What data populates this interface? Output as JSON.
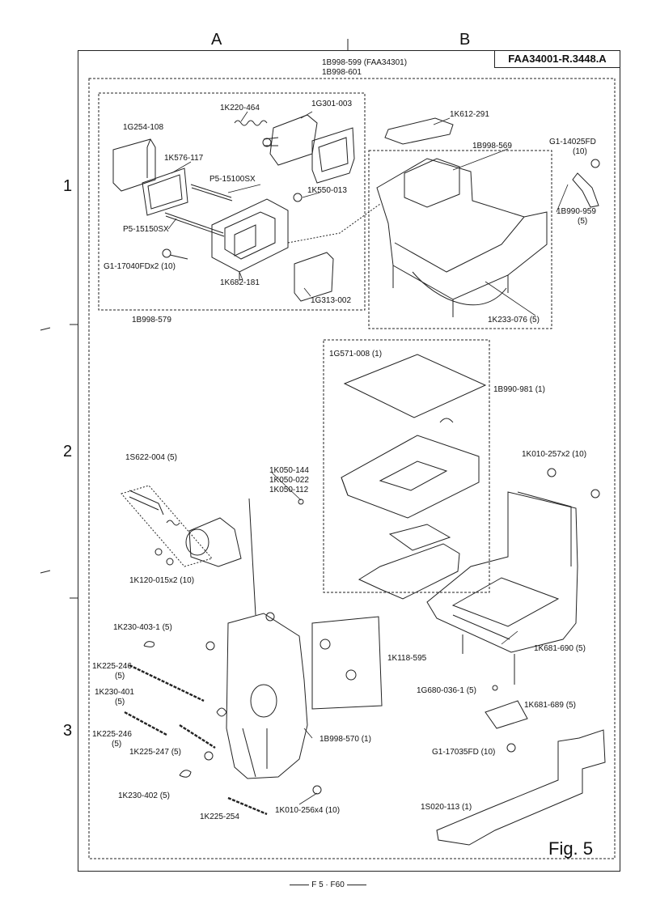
{
  "header": {
    "col_a": "A",
    "col_b": "B",
    "doc_id": "FAA34001-R.3448.A"
  },
  "rows": [
    "1",
    "2",
    "3"
  ],
  "assembly": {
    "top_line1": "1B998-599 (FAA34301)",
    "top_line2": "1B998-601"
  },
  "labels": {
    "p1K220_464": "1K220-464",
    "p1G301_003": "1G301-003",
    "p1G254_108": "1G254-108",
    "p1K576_117": "1K576-117",
    "pP5_15100SX": "P5-15100SX",
    "p1K550_013": "1K550-013",
    "pP5_15150SX": "P5-15150SX",
    "pG1_17040FD": "G1-17040FDx2 (10)",
    "p1K682_181": "1K682-181",
    "p1G313_002": "1G313-002",
    "p1B998_579": "1B998-579",
    "p1K612_291": "1K612-291",
    "p1B998_569": "1B998-569",
    "pG1_14025FD": "G1-14025FD",
    "pG1_14025FD_q": "(10)",
    "p1B990_959": "1B990-959",
    "p1B990_959_q": "(5)",
    "p1K233_076": "1K233-076 (5)",
    "p1G571_008": "1G571-008 (1)",
    "p1B990_981": "1B990-981 (1)",
    "p1K010_257": "1K010-257x2 (10)",
    "p1S622_004": "1S622-004 (5)",
    "p1K050_144": "1K050-144",
    "p1K050_022": "1K050-022",
    "p1K050_112": "1K050-112",
    "p1K120_015": "1K120-015x2 (10)",
    "p1K230_403_1": "1K230-403-1 (5)",
    "p1K225_246a": "1K225-246",
    "p1K225_246a_q": "(5)",
    "p1K230_401": "1K230-401",
    "p1K230_401_q": "(5)",
    "p1K225_246b": "1K225-246",
    "p1K225_246b_q": "(5)",
    "p1K225_247": "1K225-247 (5)",
    "p1K230_402": "1K230-402 (5)",
    "p1K225_254": "1K225-254",
    "p1K118_595": "1K118-595",
    "p1B998_570": "1B998-570 (1)",
    "p1K010_256": "1K010-256x4 (10)",
    "p1K681_690": "1K681-690 (5)",
    "p1G680_036_1": "1G680-036-1 (5)",
    "p1K681_689": "1K681-689 (5)",
    "pG1_17035FD": "G1-17035FD (10)",
    "p1S020_113": "1S020-113 (1)"
  },
  "figure_label": "Fig.  5",
  "footer": "F 5 · F60"
}
